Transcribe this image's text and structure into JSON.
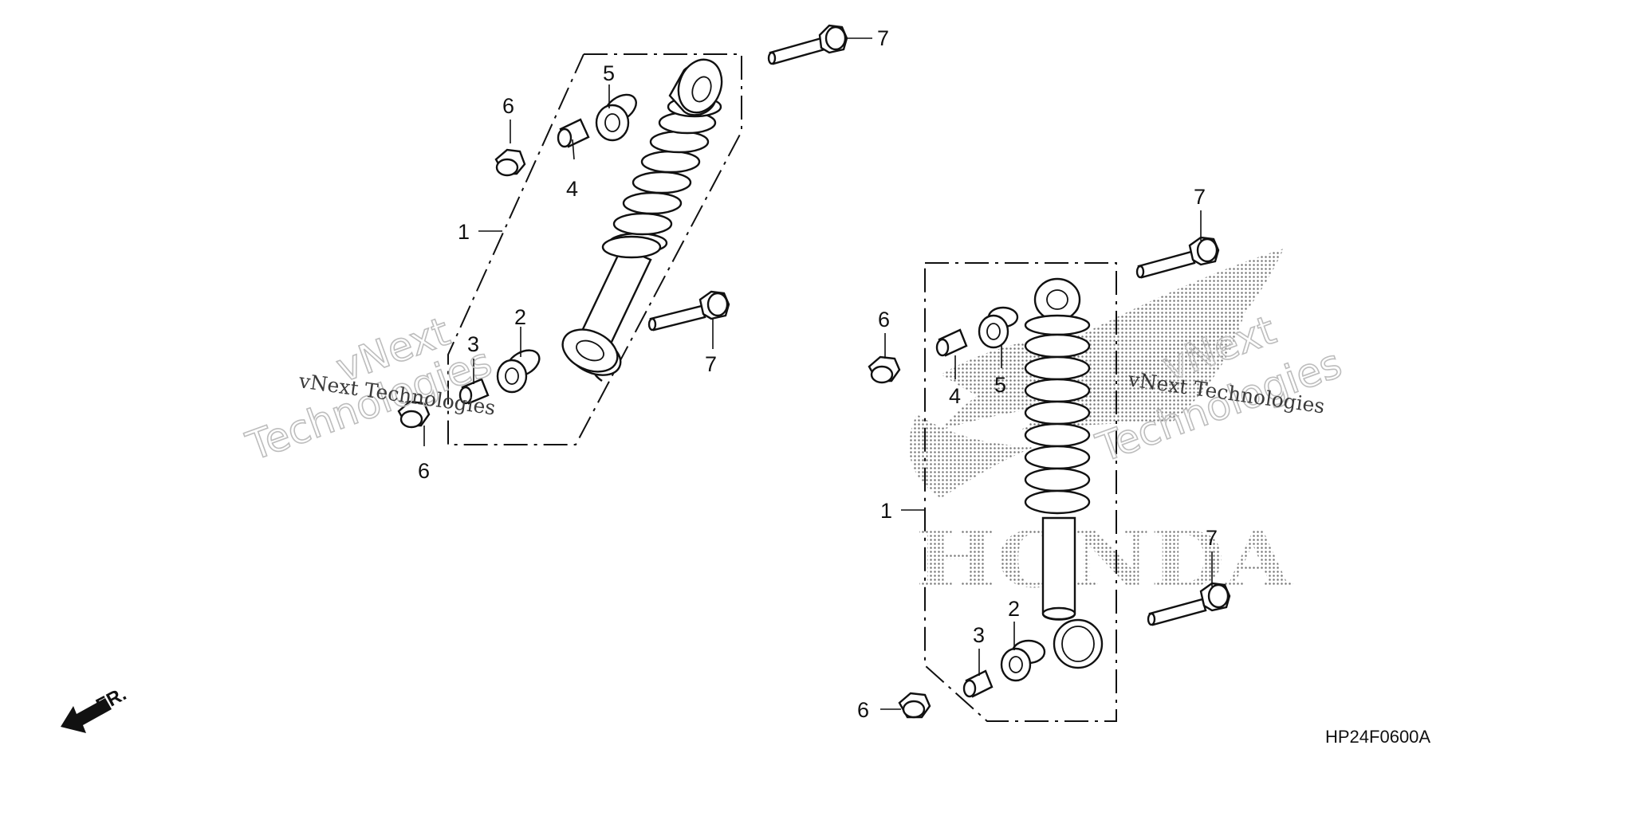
{
  "diagram": {
    "drawing_code": "HP24F0600A",
    "front_marker": "FR.",
    "watermark": {
      "small_text": "vNext Technologies",
      "big_line1": "vNext",
      "big_line2": "Technologies"
    },
    "logo_text": "HONDA",
    "left_assembly": {
      "callouts": {
        "c1": "1",
        "c2": "2",
        "c3": "3",
        "c4": "4",
        "c5": "5",
        "c6a": "6",
        "c6b": "6",
        "c7a": "7",
        "c7b": "7"
      }
    },
    "right_assembly": {
      "callouts": {
        "c1": "1",
        "c2": "2",
        "c3": "3",
        "c4": "4",
        "c5": "5",
        "c6a": "6",
        "c6b": "6",
        "c7a": "7",
        "c7b": "7"
      }
    }
  },
  "colors": {
    "line": "#111111",
    "background": "#ffffff",
    "watermark": "#bdbdbd",
    "logo_dots": "#777777"
  }
}
